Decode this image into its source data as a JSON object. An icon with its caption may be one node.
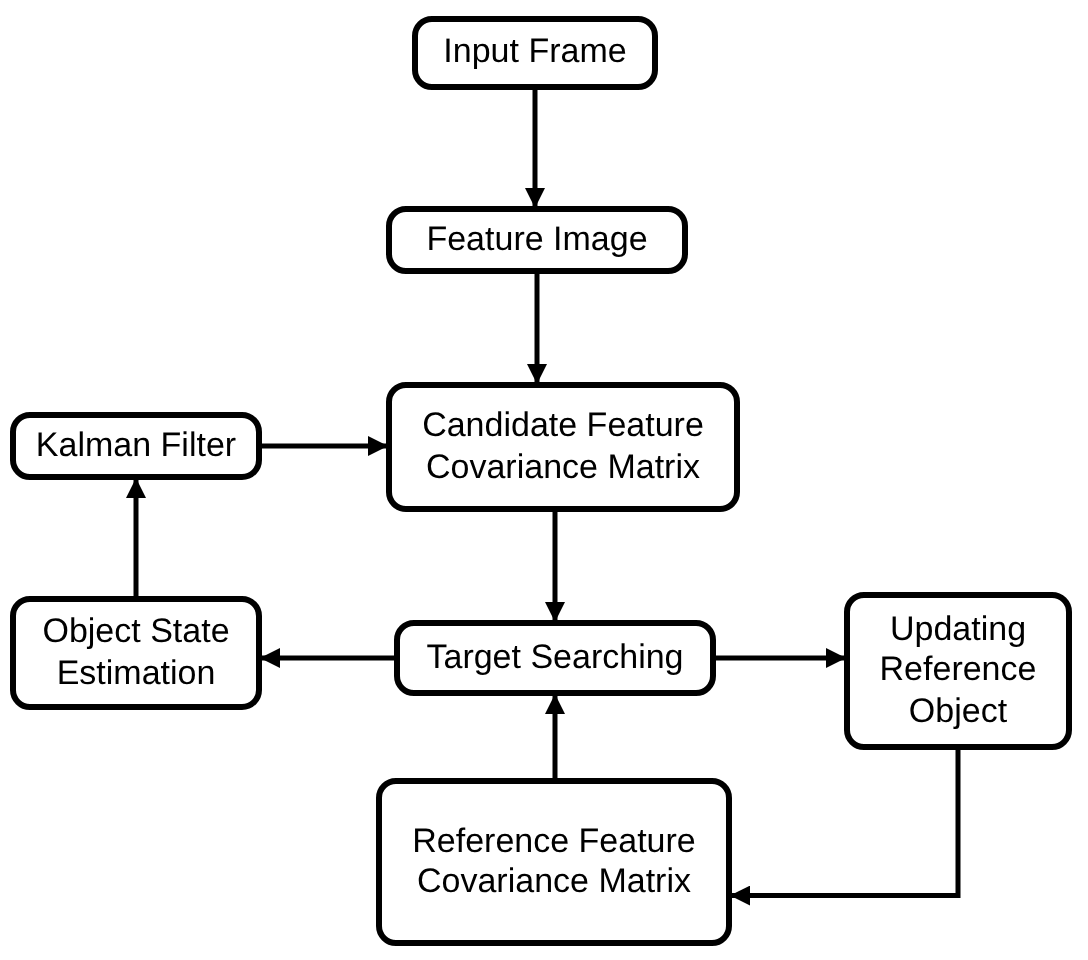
{
  "diagram": {
    "nodes": [
      {
        "text": [
          "Input Frame"
        ]
      },
      {
        "text": [
          "Feature Image"
        ]
      },
      {
        "text": [
          "Candidate Feature Covariance Matrix"
        ]
      },
      {
        "text": [
          "Kalman Filter"
        ]
      },
      {
        "text": [
          "Object State Estimation"
        ]
      },
      {
        "text": [
          "Target Searching"
        ]
      },
      {
        "text": [
          "Updating Reference Object"
        ]
      },
      {
        "text": [
          "Reference Feature Covariance Matrix"
        ]
      }
    ],
    "edges": [
      {
        "from": 0,
        "to": 1,
        "arrow": "to"
      },
      {
        "from": 1,
        "to": 2,
        "arrow": "to"
      },
      {
        "from": 3,
        "to": 2,
        "arrow": "to"
      },
      {
        "from": 2,
        "to": 5,
        "arrow": "to"
      },
      {
        "from": 4,
        "to": 3,
        "arrow": "to"
      },
      {
        "from": 5,
        "to": 4,
        "arrow": "to"
      },
      {
        "from": 5,
        "to": 6,
        "arrow": "to"
      },
      {
        "from": 7,
        "to": 5,
        "arrow": "to"
      },
      {
        "from": 6,
        "to": 7,
        "arrow": "to"
      }
    ]
  }
}
